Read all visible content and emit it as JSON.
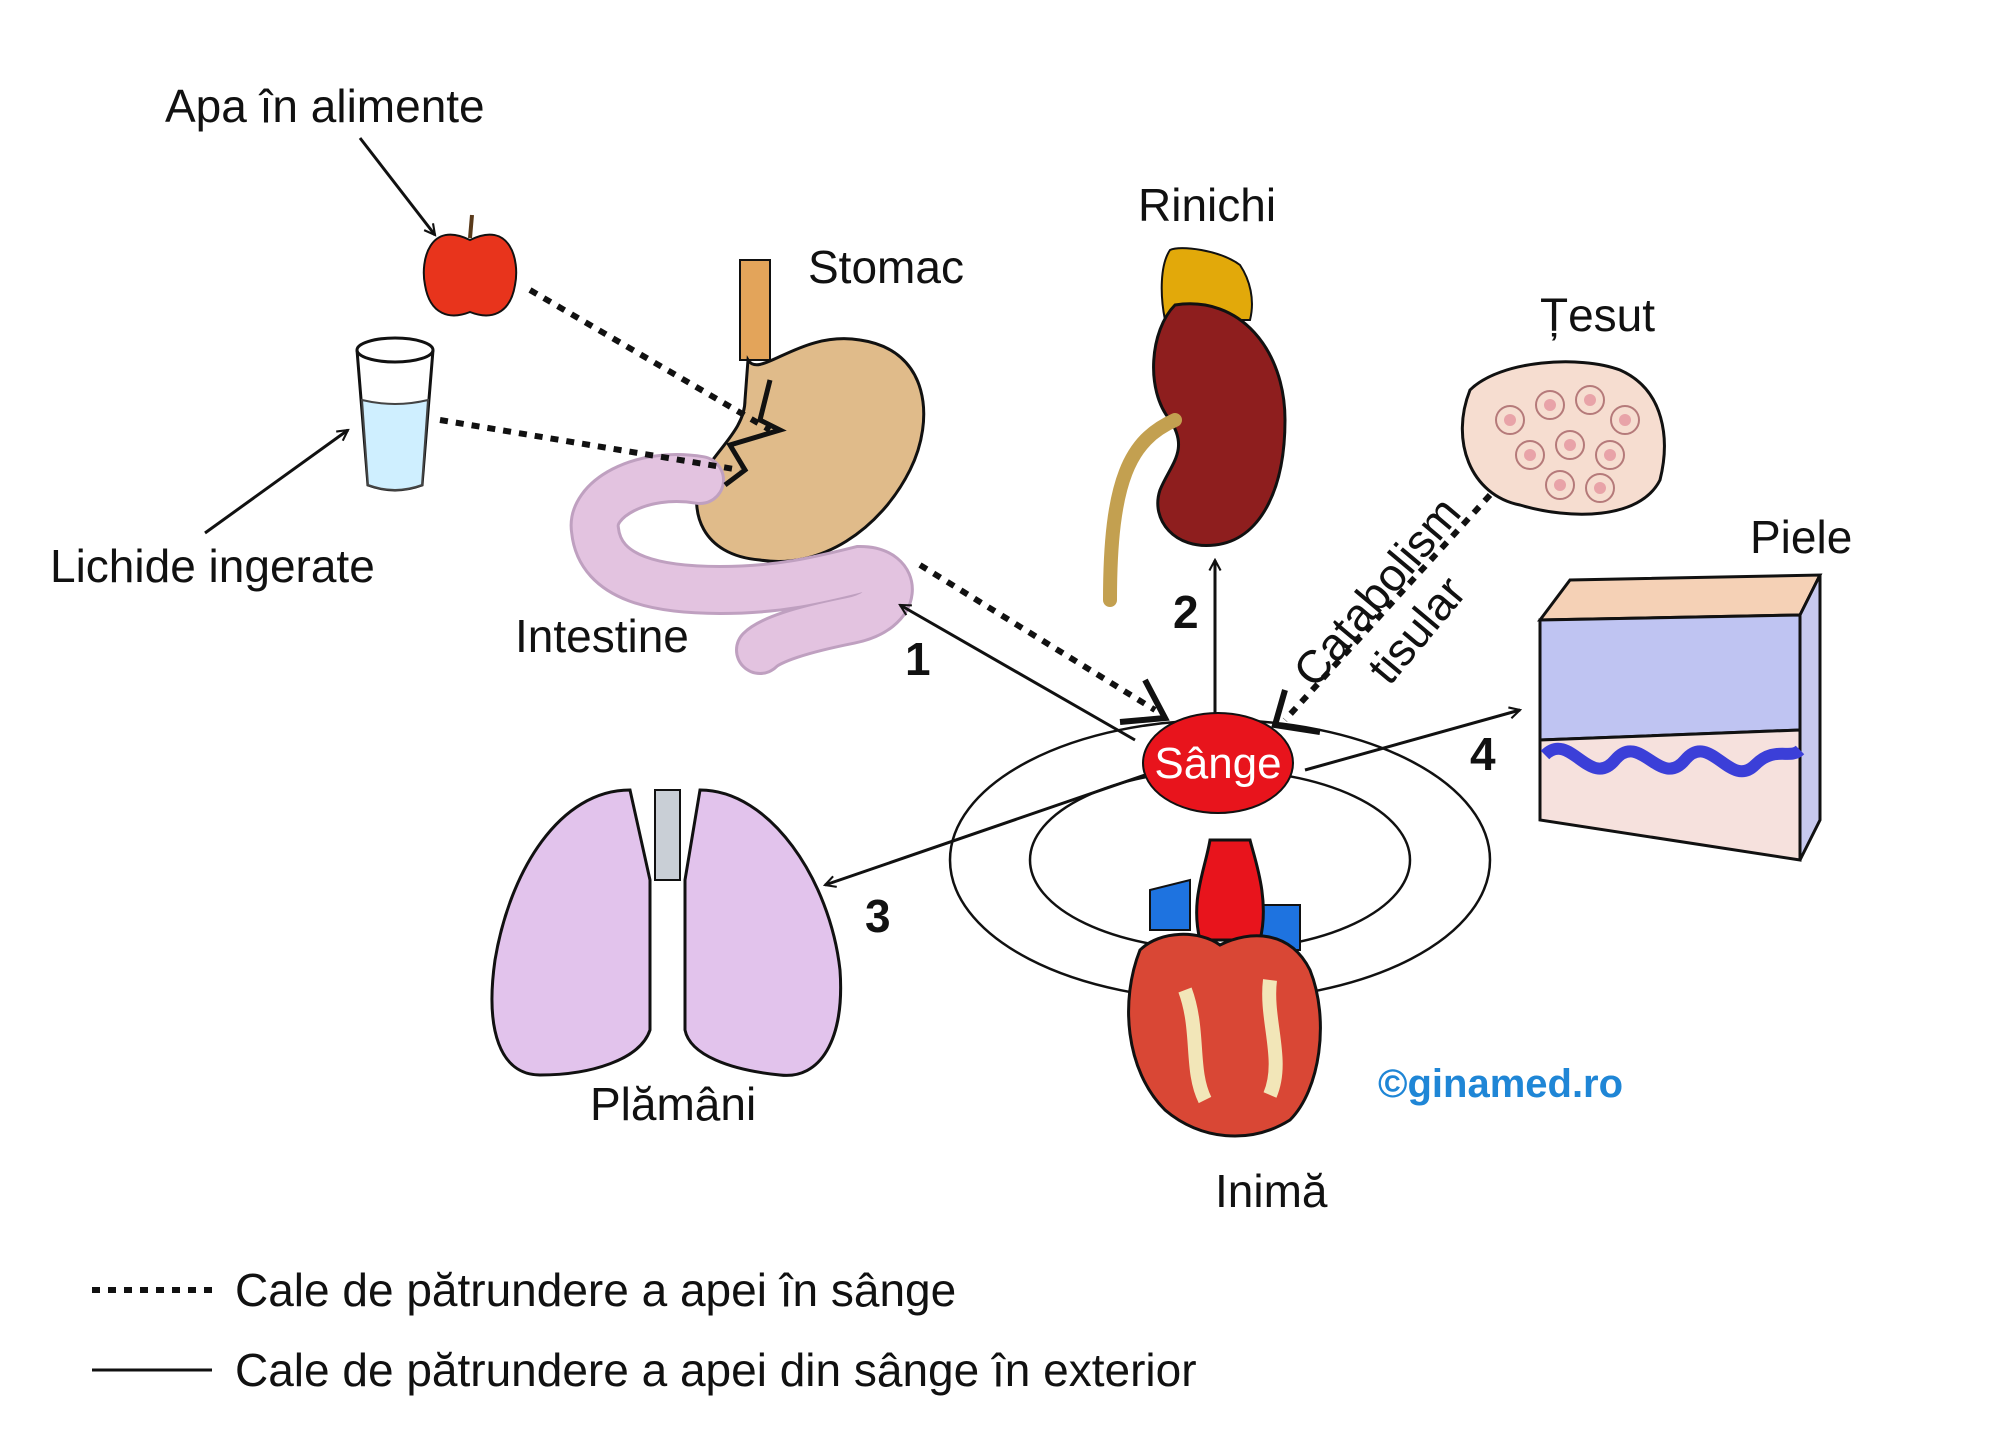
{
  "labels": {
    "apa_alimente": "Apa în alimente",
    "lichide": "Lichide ingerate",
    "stomac": "Stomac",
    "intestine": "Intestine",
    "rinichi": "Rinichi",
    "tesut": "Țesut",
    "piele": "Piele",
    "plamani": "Plămâni",
    "inima": "Inimă",
    "sange": "Sânge",
    "catabolism_line1": "Catabolism",
    "catabolism_line2": "tisular"
  },
  "numbers": {
    "n1": "1",
    "n2": "2",
    "n3": "3",
    "n4": "4"
  },
  "legend": {
    "dotted": "Cale de pătrundere a apei în sânge",
    "solid": "Cale de pătrundere a apei din sânge în exterior"
  },
  "watermark": "©ginamed.ro",
  "colors": {
    "blood": "#e8141c",
    "stomach": "#e0bb8a",
    "intestine": "#e3c3e0",
    "kidney": "#8e1e1e",
    "adrenal": "#e2a90a",
    "lungs": "#e2c3ec",
    "skin_top": "#f5d1b6",
    "skin_dermis": "#bfc4f2",
    "skin_base": "#f6e1dd",
    "skin_wave": "#3b3fd8",
    "heart_red": "#d94735",
    "heart_aorta": "#e8141c",
    "heart_vessel": "#1e73e0",
    "water": "#cfefff",
    "apple": "#e8341c",
    "watermark": "#1f86d6"
  },
  "icons": [
    "apple-icon",
    "water-glass-icon"
  ]
}
